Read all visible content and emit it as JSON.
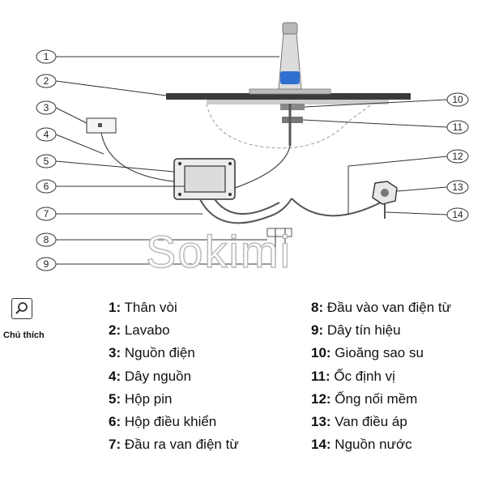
{
  "watermark": "Sokimi",
  "legend": {
    "caption": "Chú thích",
    "icon": "magnifier-icon",
    "items": [
      {
        "num": "1:",
        "label": "Thân vòi"
      },
      {
        "num": "2:",
        "label": "Lavabo"
      },
      {
        "num": "3:",
        "label": "Nguồn điện"
      },
      {
        "num": "4:",
        "label": "Dây nguồn"
      },
      {
        "num": "5:",
        "label": "Hộp pin"
      },
      {
        "num": "6:",
        "label": "Hộp điều khiển"
      },
      {
        "num": "7:",
        "label": "Đầu ra van điện từ"
      },
      {
        "num": "8:",
        "label": "Đầu vào van điện từ"
      },
      {
        "num": "9:",
        "label": "Dây tín hiệu"
      },
      {
        "num": "10:",
        "label": "Gioăng sao su"
      },
      {
        "num": "11:",
        "label": "Ốc định vị"
      },
      {
        "num": "12:",
        "label": "Ống nối mềm"
      },
      {
        "num": "13:",
        "label": "Van điều áp"
      },
      {
        "num": "14:",
        "label": "Nguồn nước"
      }
    ]
  },
  "callouts": [
    "1",
    "2",
    "3",
    "4",
    "5",
    "6",
    "7",
    "8",
    "9",
    "10",
    "11",
    "12",
    "13",
    "14"
  ],
  "colors": {
    "sensor": "#2f6fd0",
    "counter": "#3a3a3a",
    "line": "#444444"
  }
}
